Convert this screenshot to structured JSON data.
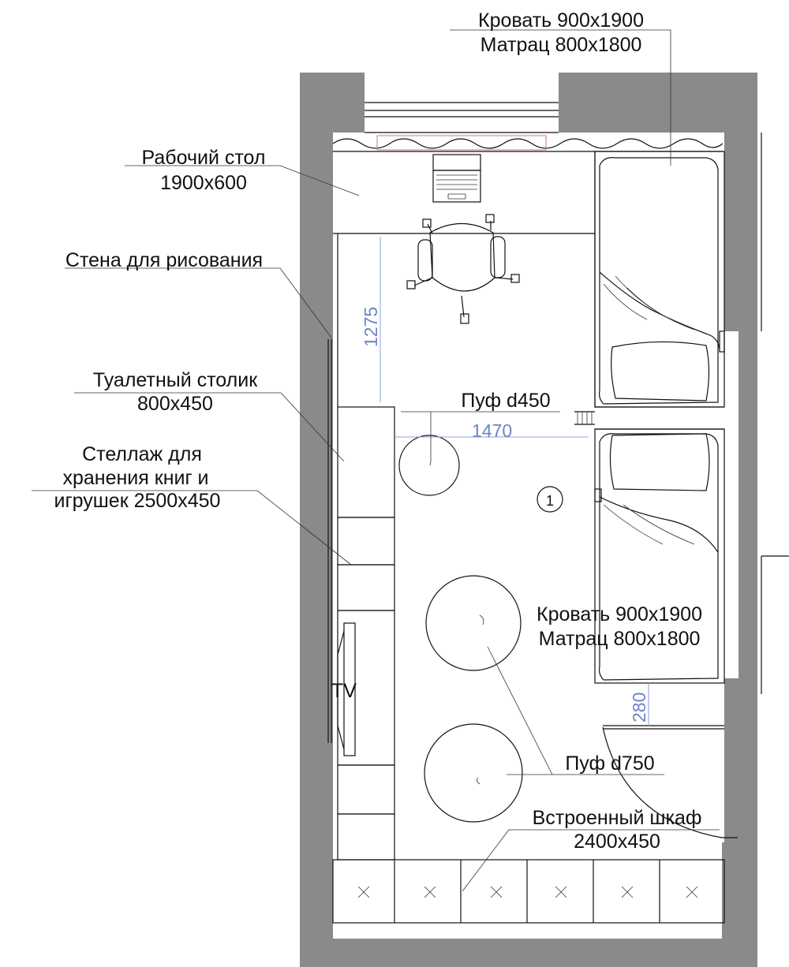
{
  "labels": {
    "bed_top_line1": "Кровать 900x1900",
    "bed_top_line2": "Матрац 800x1800",
    "desk_line1": "Рабочий стол",
    "desk_line2": "1900x600",
    "drawing_wall": "Стена для рисования",
    "vanity_line1": "Туалетный столик",
    "vanity_line2": "800x450",
    "shelf_line1": "Стеллаж для",
    "shelf_line2": "хранения книг и",
    "shelf_line3": "игрушек 2500x450",
    "pouf_small": "Пуф d450",
    "bed_bottom_line1": "Кровать 900x1900",
    "bed_bottom_line2": "Матрац 800x1800",
    "pouf_large": "Пуф d750",
    "wardrobe_line1": "Встроенный шкаф",
    "wardrobe_line2": "2400x450",
    "tv": "TV",
    "room_number": "1"
  },
  "dimensions": {
    "vertical_1275": "1275",
    "horizontal_1470": "1470",
    "vertical_280": "280"
  },
  "colors": {
    "wall": "#8a8a8a",
    "dimension": "#6b86c4",
    "line": "#111111"
  }
}
